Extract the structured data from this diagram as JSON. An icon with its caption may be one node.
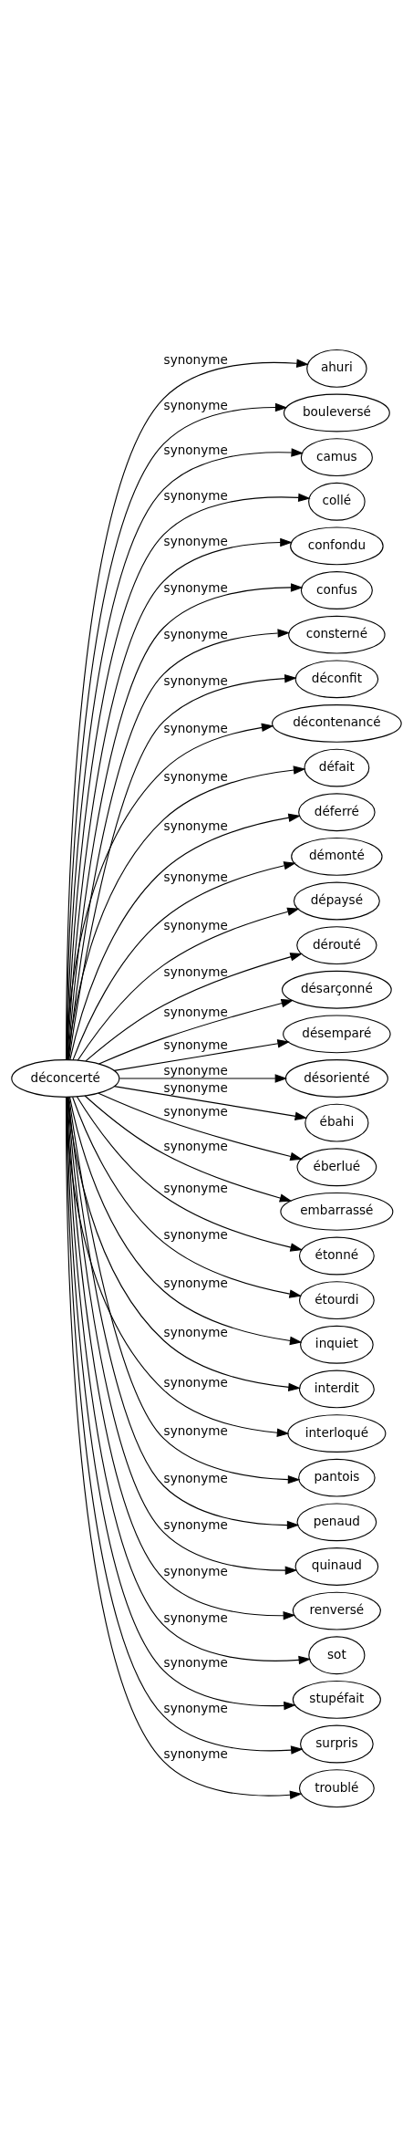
{
  "diagram": {
    "nodes": [
      {
        "text": [
          "déconcerté"
        ]
      },
      {
        "text": [
          "ahuri"
        ]
      },
      {
        "text": [
          "bouleversé"
        ]
      },
      {
        "text": [
          "camus"
        ]
      },
      {
        "text": [
          "collé"
        ]
      },
      {
        "text": [
          "confondu"
        ]
      },
      {
        "text": [
          "confus"
        ]
      },
      {
        "text": [
          "consterné"
        ]
      },
      {
        "text": [
          "déconfit"
        ]
      },
      {
        "text": [
          "décontenancé"
        ]
      },
      {
        "text": [
          "défait"
        ]
      },
      {
        "text": [
          "déferré"
        ]
      },
      {
        "text": [
          "démonté"
        ]
      },
      {
        "text": [
          "dépaysé"
        ]
      },
      {
        "text": [
          "dérouté"
        ]
      },
      {
        "text": [
          "désarçonné"
        ]
      },
      {
        "text": [
          "désemparé"
        ]
      },
      {
        "text": [
          "désorienté"
        ]
      },
      {
        "text": [
          "ébahi"
        ]
      },
      {
        "text": [
          "éberlué"
        ]
      },
      {
        "text": [
          "embarrassé"
        ]
      },
      {
        "text": [
          "étonné"
        ]
      },
      {
        "text": [
          "étourdi"
        ]
      },
      {
        "text": [
          "inquiet"
        ]
      },
      {
        "text": [
          "interdit"
        ]
      },
      {
        "text": [
          "interloqué"
        ]
      },
      {
        "text": [
          "pantois"
        ]
      },
      {
        "text": [
          "penaud"
        ]
      },
      {
        "text": [
          "quinaud"
        ]
      },
      {
        "text": [
          "renversé"
        ]
      },
      {
        "text": [
          "sot"
        ]
      },
      {
        "text": [
          "stupéfait"
        ]
      },
      {
        "text": [
          "surpris"
        ]
      },
      {
        "text": [
          "troublé"
        ]
      }
    ],
    "edges": [
      {
        "from": 0,
        "to": 1,
        "arrow": "to",
        "label": "synonyme"
      },
      {
        "from": 0,
        "to": 2,
        "arrow": "to",
        "label": "synonyme"
      },
      {
        "from": 0,
        "to": 3,
        "arrow": "to",
        "label": "synonyme"
      },
      {
        "from": 0,
        "to": 4,
        "arrow": "to",
        "label": "synonyme"
      },
      {
        "from": 0,
        "to": 5,
        "arrow": "to",
        "label": "synonyme"
      },
      {
        "from": 0,
        "to": 6,
        "arrow": "to",
        "label": "synonyme"
      },
      {
        "from": 0,
        "to": 7,
        "arrow": "to",
        "label": "synonyme"
      },
      {
        "from": 0,
        "to": 8,
        "arrow": "to",
        "label": "synonyme"
      },
      {
        "from": 0,
        "to": 9,
        "arrow": "to",
        "label": "synonyme"
      },
      {
        "from": 0,
        "to": 10,
        "arrow": "to",
        "label": "synonyme"
      },
      {
        "from": 0,
        "to": 11,
        "arrow": "to",
        "label": "synonyme"
      },
      {
        "from": 0,
        "to": 12,
        "arrow": "to",
        "label": "synonyme"
      },
      {
        "from": 0,
        "to": 13,
        "arrow": "to",
        "label": "synonyme"
      },
      {
        "from": 0,
        "to": 14,
        "arrow": "to",
        "label": "synonyme"
      },
      {
        "from": 0,
        "to": 15,
        "arrow": "to",
        "label": "synonyme"
      },
      {
        "from": 0,
        "to": 16,
        "arrow": "to",
        "label": "synonyme"
      },
      {
        "from": 0,
        "to": 17,
        "arrow": "to",
        "label": "synonyme"
      },
      {
        "from": 0,
        "to": 18,
        "arrow": "to",
        "label": "synonyme"
      },
      {
        "from": 0,
        "to": 19,
        "arrow": "to",
        "label": "synonyme"
      },
      {
        "from": 0,
        "to": 20,
        "arrow": "to",
        "label": "synonyme"
      },
      {
        "from": 0,
        "to": 21,
        "arrow": "to",
        "label": "synonyme"
      },
      {
        "from": 0,
        "to": 22,
        "arrow": "to",
        "label": "synonyme"
      },
      {
        "from": 0,
        "to": 23,
        "arrow": "to",
        "label": "synonyme"
      },
      {
        "from": 0,
        "to": 24,
        "arrow": "to",
        "label": "synonyme"
      },
      {
        "from": 0,
        "to": 25,
        "arrow": "to",
        "label": "synonyme"
      },
      {
        "from": 0,
        "to": 26,
        "arrow": "to",
        "label": "synonyme"
      },
      {
        "from": 0,
        "to": 27,
        "arrow": "to",
        "label": "synonyme"
      },
      {
        "from": 0,
        "to": 28,
        "arrow": "to",
        "label": "synonyme"
      },
      {
        "from": 0,
        "to": 29,
        "arrow": "to",
        "label": "synonyme"
      },
      {
        "from": 0,
        "to": 30,
        "arrow": "to",
        "label": "synonyme"
      },
      {
        "from": 0,
        "to": 31,
        "arrow": "to",
        "label": "synonyme"
      },
      {
        "from": 0,
        "to": 32,
        "arrow": "to",
        "label": "synonyme"
      },
      {
        "from": 0,
        "to": 33,
        "arrow": "to",
        "label": "synonyme"
      }
    ]
  }
}
